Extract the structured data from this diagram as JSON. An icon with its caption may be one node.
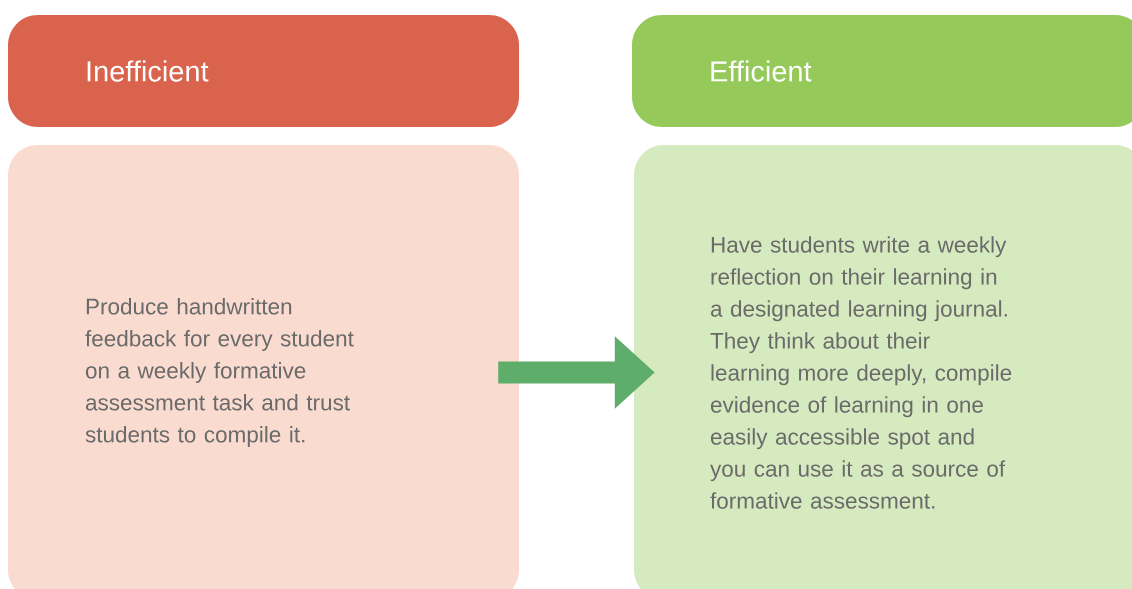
{
  "diagram": {
    "nodes": [
      {
        "text": [
          "Inefficient"
        ]
      },
      {
        "text": [
          "Produce handwritten feedback for every student on a weekly formative assessment task and trust students to compile it."
        ]
      },
      {
        "text": [
          "Efficient"
        ]
      },
      {
        "text": [
          "Have students write a weekly reflection on their learning in a designated learning journal. They think about their learning more deeply, compile evidence of learning in one easily accessible spot and you can use it as a source of formative assessment."
        ]
      }
    ],
    "edges": [
      {
        "from": 1,
        "to": 3,
        "arrow": "to",
        "color": "#5fad6a"
      }
    ]
  }
}
